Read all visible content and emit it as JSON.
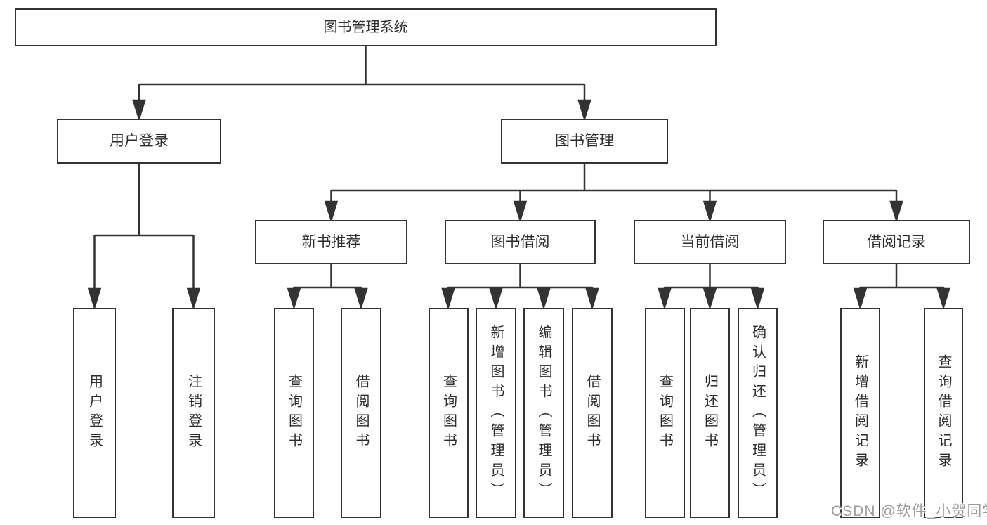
{
  "watermark": "CSDN @软件_小贺同学",
  "colors": {
    "line": "#333333",
    "box_border": "#333333",
    "text": "#2d2d2d",
    "watermark": "#9c9c9c",
    "background": "#ffffff"
  },
  "tree": {
    "root": {
      "label": "图书管理系统"
    },
    "branches": [
      {
        "label": "用户登录",
        "children": [
          {
            "label": "用户登录"
          },
          {
            "label": "注销登录"
          }
        ]
      },
      {
        "label": "图书管理",
        "children": [
          {
            "label": "新书推荐",
            "children": [
              {
                "label": "查询图书"
              },
              {
                "label": "借阅图书"
              }
            ]
          },
          {
            "label": "图书借阅",
            "children": [
              {
                "label": "查询图书"
              },
              {
                "label": "新增图书（管理员）"
              },
              {
                "label": "编辑图书（管理员）"
              },
              {
                "label": "借阅图书"
              }
            ]
          },
          {
            "label": "当前借阅",
            "children": [
              {
                "label": "查询图书"
              },
              {
                "label": "归还图书"
              },
              {
                "label": "确认归还（管理员）"
              }
            ]
          },
          {
            "label": "借阅记录",
            "children": [
              {
                "label": "新增借阅记录"
              },
              {
                "label": "查询借阅记录"
              }
            ]
          }
        ]
      }
    ]
  }
}
